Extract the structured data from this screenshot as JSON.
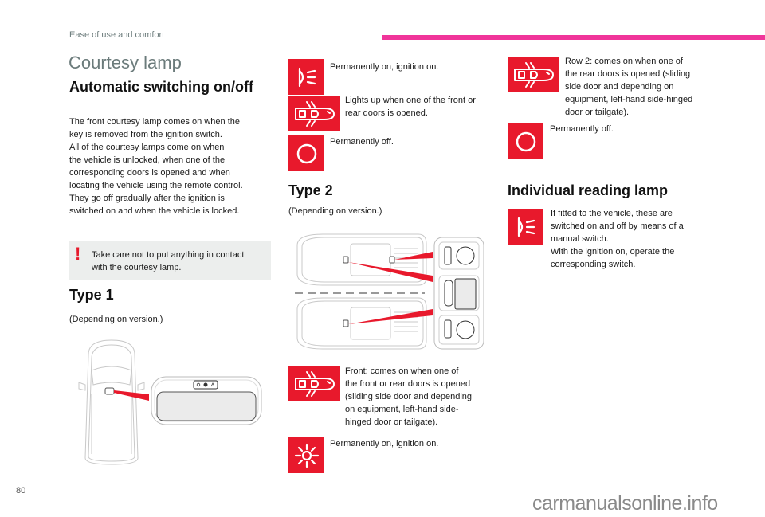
{
  "header": {
    "section": "Ease of use and comfort",
    "accent_color": "#f0359a"
  },
  "page_title": "Courtesy lamp",
  "automatic": {
    "heading": "Automatic switching on/off",
    "paragraph_lines": [
      "The front courtesy lamp comes on when the",
      "key is removed from the ignition switch.",
      "All of the courtesy lamps come on when",
      "the vehicle is unlocked, when one of the",
      "corresponding doors is opened and when",
      "locating the vehicle using the remote control.",
      "They go off gradually after the ignition is",
      "switched on and when the vehicle is locked."
    ],
    "warning": {
      "icon": "exclamation-icon",
      "lines": [
        "Take care not to put anything in contact",
        "with the courtesy lamp."
      ]
    }
  },
  "type1": {
    "heading": "Type 1",
    "note": "(Depending on version.)",
    "items": [
      {
        "icon": "lamp-on-icon",
        "text": [
          "Permanently on, ignition on."
        ]
      },
      {
        "icon": "car-doors-icon",
        "text": [
          "Lights up when one of the front or",
          "rear doors is opened."
        ]
      },
      {
        "icon": "off-circle-icon",
        "text": [
          "Permanently off."
        ]
      }
    ]
  },
  "type2": {
    "heading": "Type 2",
    "note": "(Depending on version.)",
    "items": [
      {
        "icon": "car-doors-icon",
        "text": [
          "Front: comes on when one of",
          "the front or rear doors is opened",
          "(sliding side door and depending",
          "on equipment, left-hand side-",
          "hinged door or tailgate)."
        ]
      },
      {
        "icon": "sun-icon",
        "text": [
          "Permanently on, ignition on."
        ]
      },
      {
        "icon": "car-doors-icon",
        "text": [
          "Row 2: comes on when one of",
          "the rear doors is opened (sliding",
          "side door and depending on",
          "equipment, left-hand side-hinged",
          "door or tailgate)."
        ]
      },
      {
        "icon": "off-circle-icon",
        "text": [
          "Permanently off."
        ]
      }
    ]
  },
  "reading_lamp": {
    "heading": "Individual reading lamp",
    "icon": "lamp-on-icon",
    "text": [
      "If fitted to the vehicle, these are",
      "switched on and off by means of a",
      "manual switch.",
      "With the ignition on, operate the",
      "corresponding switch."
    ]
  },
  "footer": {
    "page_number": "80",
    "watermark": "carmanualsonline.info"
  },
  "colors": {
    "icon_red": "#e8192c",
    "title_gray": "#6b7b7b",
    "warning_bg": "#eceeed"
  }
}
